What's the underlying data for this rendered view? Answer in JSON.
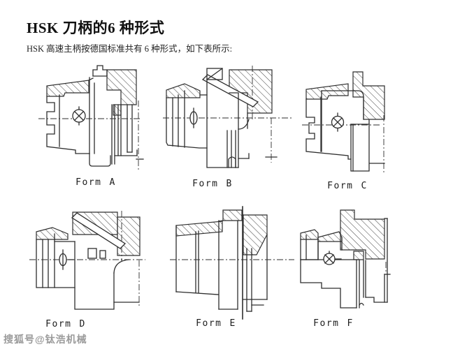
{
  "header": {
    "title": "HSK 刀柄的6 种形式",
    "subtitle": "HSK 高速主柄按德国标准共有 6 种形式，如下表所示:"
  },
  "forms": [
    {
      "word": "Form",
      "letter": "A"
    },
    {
      "word": "Form",
      "letter": "B"
    },
    {
      "word": "Form",
      "letter": "C"
    },
    {
      "word": "Form",
      "letter": "D"
    },
    {
      "word": "Form",
      "letter": "E"
    },
    {
      "word": "Form",
      "letter": "F"
    }
  ],
  "watermark": {
    "text": "搜狐号@钛浩机械"
  },
  "colors": {
    "background": "#ffffff",
    "line": "#2e2e2e",
    "text": "#111111",
    "watermark": "#9a9a9a"
  }
}
